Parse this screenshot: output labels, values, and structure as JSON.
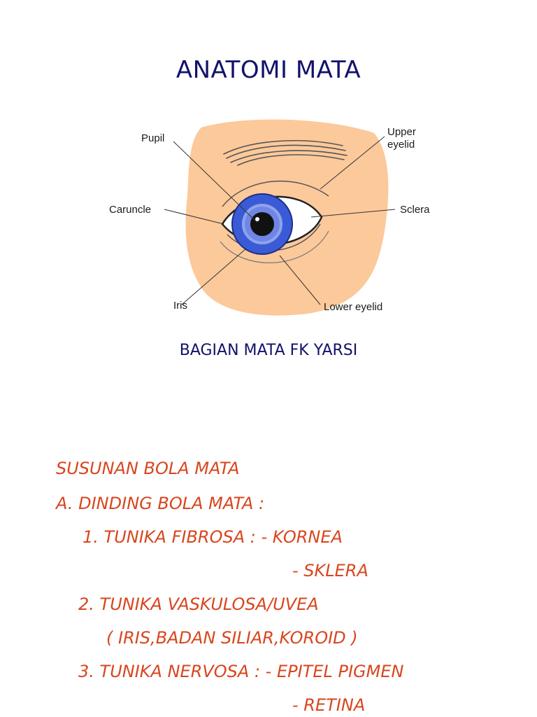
{
  "page": {
    "title": "ANATOMI MATA",
    "subtitle": "BAGIAN MATA FK YARSI"
  },
  "figure": {
    "labels": {
      "pupil": "Pupil",
      "upper_eyelid_1": "Upper",
      "upper_eyelid_2": "eyelid",
      "caruncle": "Caruncle",
      "sclera": "Sclera",
      "iris": "Iris",
      "lower_eyelid": "Lower eyelid"
    },
    "colors": {
      "skin": "#fcc99b",
      "iris": "#3b5bd6",
      "sclera": "#ffffff",
      "pupil": "#111111"
    }
  },
  "content": {
    "lines": [
      "SUSUNAN BOLA MATA",
      "A. DINDING BOLA MATA  :",
      "1. TUNIKA FIBROSA : - KORNEA",
      "- SKLERA",
      "2. TUNIKA VASKULOSA/UVEA",
      "( IRIS,BADAN SILIAR,KOROID )",
      "3. TUNIKA NERVOSA : - EPITEL PIGMEN",
      "- RETINA"
    ],
    "text_color": "#d8461e",
    "heading_color": "#12126b"
  }
}
